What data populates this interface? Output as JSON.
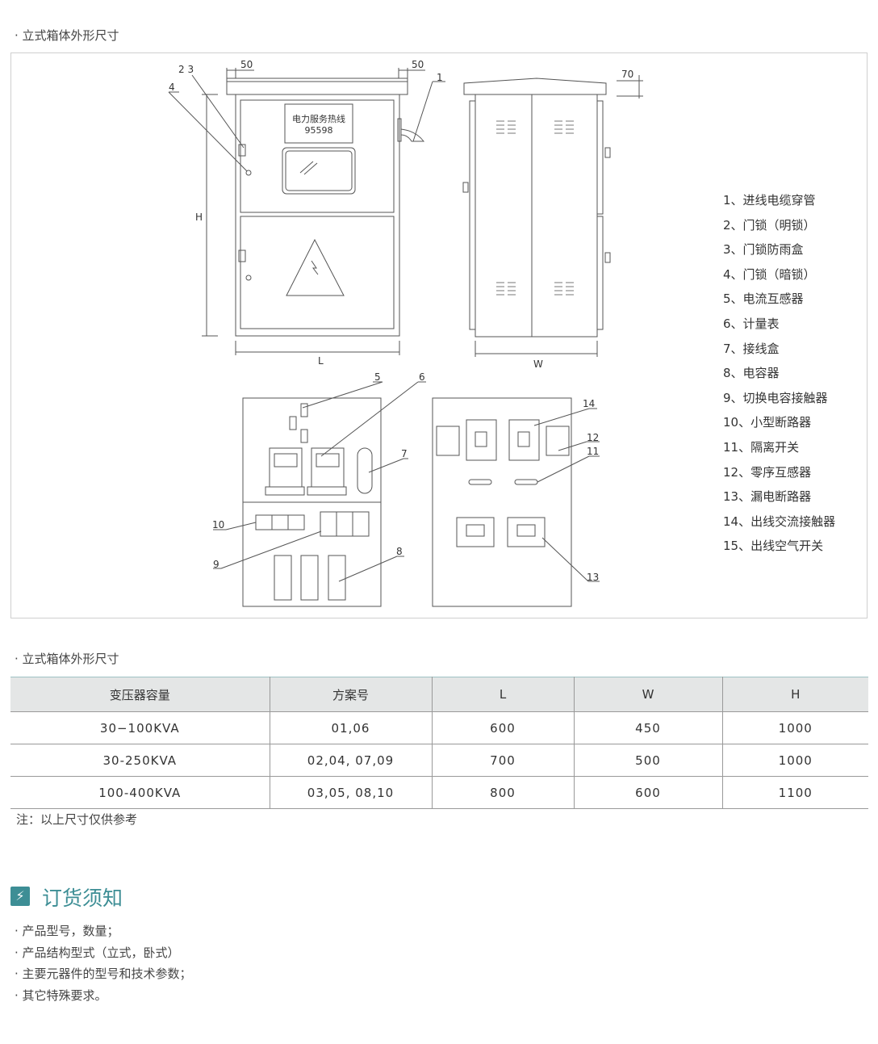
{
  "section1": {
    "title": "· 立式箱体外形尺寸"
  },
  "diagram": {
    "dims": {
      "d50a": "50",
      "d50b": "50",
      "d70": "70",
      "H": "H",
      "L": "L",
      "W": "W"
    },
    "callouts": [
      "1",
      "2",
      "3",
      "4",
      "5",
      "6",
      "7",
      "8",
      "9",
      "10",
      "11",
      "12",
      "13",
      "14"
    ],
    "callout_23": "2  3",
    "sign_line1": "电力服务热线",
    "sign_line2": "95598"
  },
  "legend": [
    "1、进线电缆穿管",
    "2、门锁（明锁）",
    "3、门锁防雨盒",
    "4、门锁（暗锁）",
    "5、电流互感器",
    "6、计量表",
    "7、接线盒",
    "8、电容器",
    "9、切换电容接触器",
    "10、小型断路器",
    "11、隔离开关",
    "12、零序互感器",
    "13、漏电断路器",
    "14、出线交流接触器",
    "15、出线空气开关"
  ],
  "section2": {
    "title": "· 立式箱体外形尺寸"
  },
  "table": {
    "headers": [
      "变压器容量",
      "方案号",
      "L",
      "W",
      "H"
    ],
    "rows": [
      [
        "30−100KVA",
        "01,06",
        "600",
        "450",
        "1000"
      ],
      [
        "30-250KVA",
        "02,04,  07,09",
        "700",
        "500",
        "1000"
      ],
      [
        "100-400KVA",
        "03,05, 08,10",
        "800",
        "600",
        "1100"
      ]
    ]
  },
  "note": "注：以上尺寸仅供参考",
  "order": {
    "title": "订货须知",
    "items": [
      "· 产品型号，数量；",
      "· 产品结构型式（立式，卧式）",
      "· 主要元器件的型号和技术参数；",
      "· 其它特殊要求。"
    ]
  }
}
